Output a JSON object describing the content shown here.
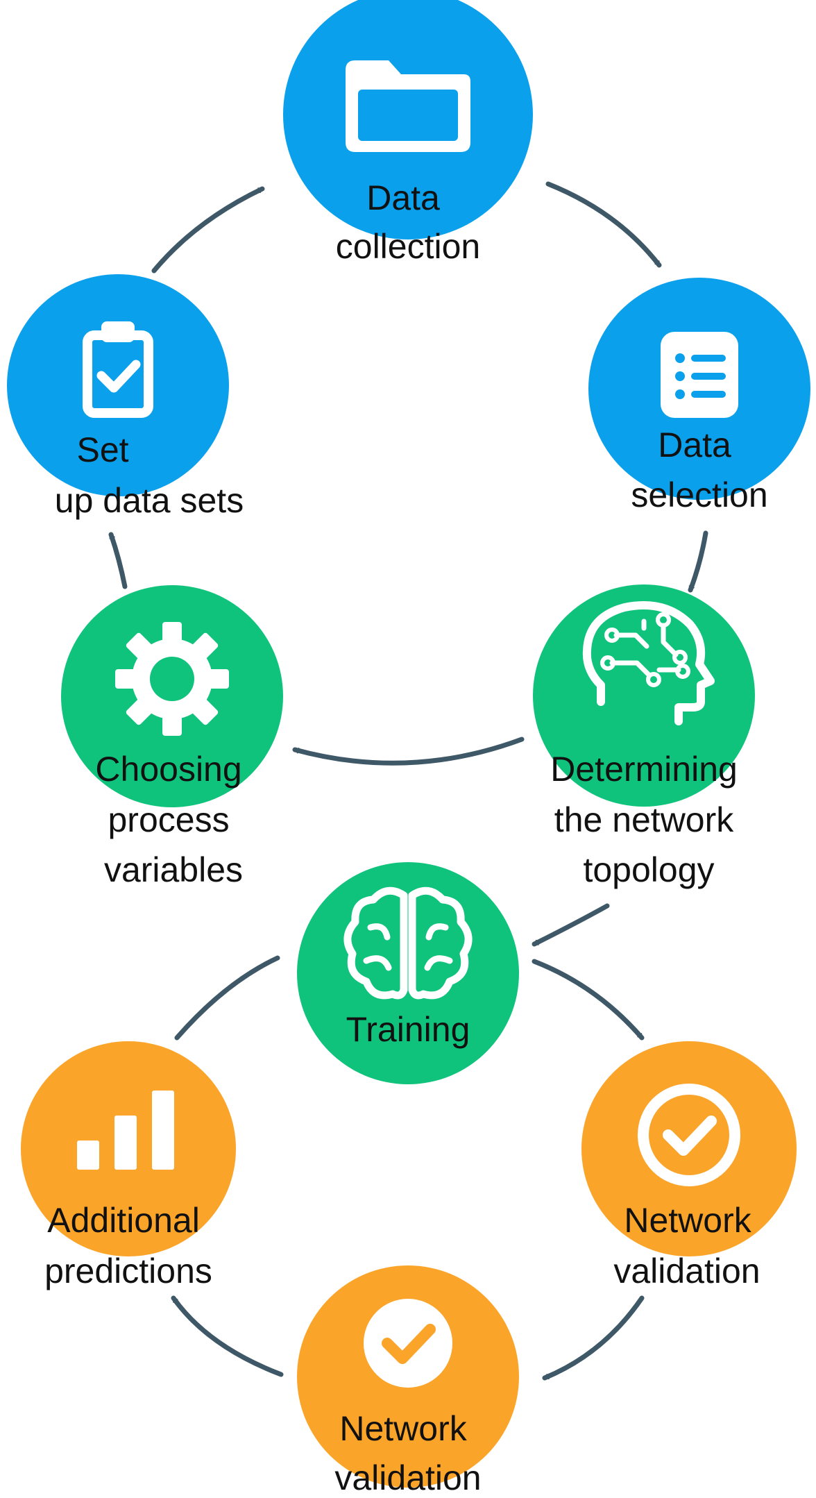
{
  "colors": {
    "blue": "#0aa0ec",
    "green": "#10c37c",
    "orange": "#fba42a",
    "arrow": "#3e5868",
    "label": "#111111"
  },
  "nodes": [
    {
      "id": "data-collection",
      "label_lines": [
        "Data",
        "collection"
      ],
      "color": "blue",
      "icon": "folder-icon"
    },
    {
      "id": "data-selection",
      "label_lines": [
        "Data",
        "selection"
      ],
      "color": "blue",
      "icon": "list-icon"
    },
    {
      "id": "set-up-data-sets",
      "label_lines": [
        "Set",
        "up data sets"
      ],
      "color": "blue",
      "icon": "clipboard-check-icon"
    },
    {
      "id": "determining-network-topology",
      "label_lines": [
        "Determining",
        "the network",
        "topology"
      ],
      "color": "green",
      "icon": "head-circuit-icon"
    },
    {
      "id": "choosing-process-variables",
      "label_lines": [
        "Choosing",
        "process",
        "variables"
      ],
      "color": "green",
      "icon": "gear-icon"
    },
    {
      "id": "training",
      "label_lines": [
        "Training"
      ],
      "color": "green",
      "icon": "brain-icon"
    },
    {
      "id": "network-validation-right",
      "label_lines": [
        "Network",
        "validation"
      ],
      "color": "orange",
      "icon": "check-circle-icon"
    },
    {
      "id": "additional-predictions",
      "label_lines": [
        "Additional",
        "predictions"
      ],
      "color": "orange",
      "icon": "bar-chart-icon"
    },
    {
      "id": "network-validation-bottom",
      "label_lines": [
        "Network",
        "validation"
      ],
      "color": "orange",
      "icon": "check-circle-icon"
    }
  ]
}
